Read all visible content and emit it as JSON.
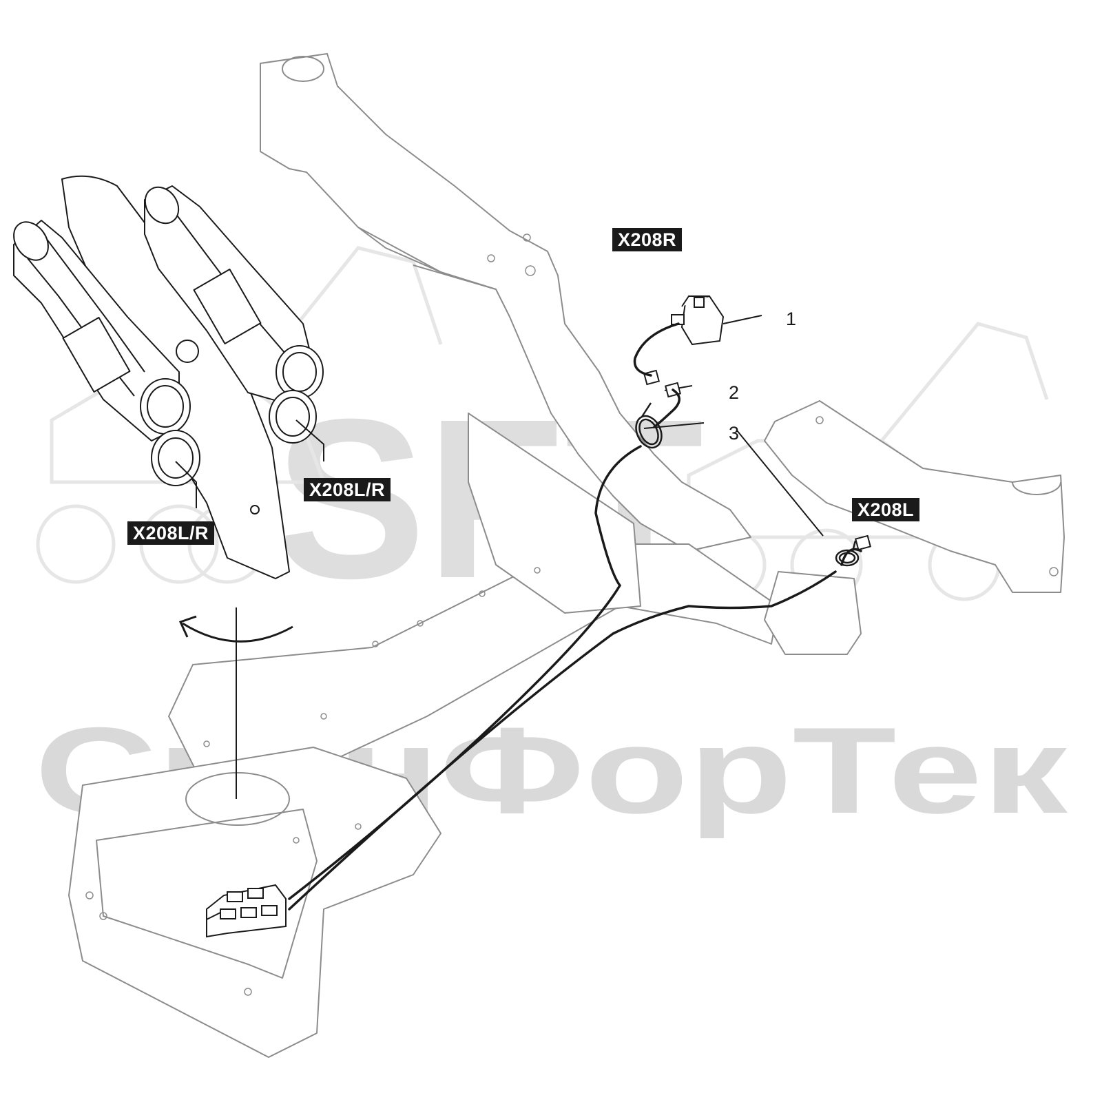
{
  "watermark": {
    "brand": "SFT",
    "company": "СканФорТек"
  },
  "callouts": {
    "x208r": "X208R",
    "x208l": "X208L",
    "x208lr_right": "X208L/R",
    "x208lr_left": "X208L/R"
  },
  "items": [
    {
      "number": "1"
    },
    {
      "number": "2"
    },
    {
      "number": "3"
    }
  ],
  "colors": {
    "line": "#1a1a1a",
    "outline": "#8c8c8c",
    "watermark": "#d9d9d9",
    "callout_bg": "#1a1a1a"
  }
}
